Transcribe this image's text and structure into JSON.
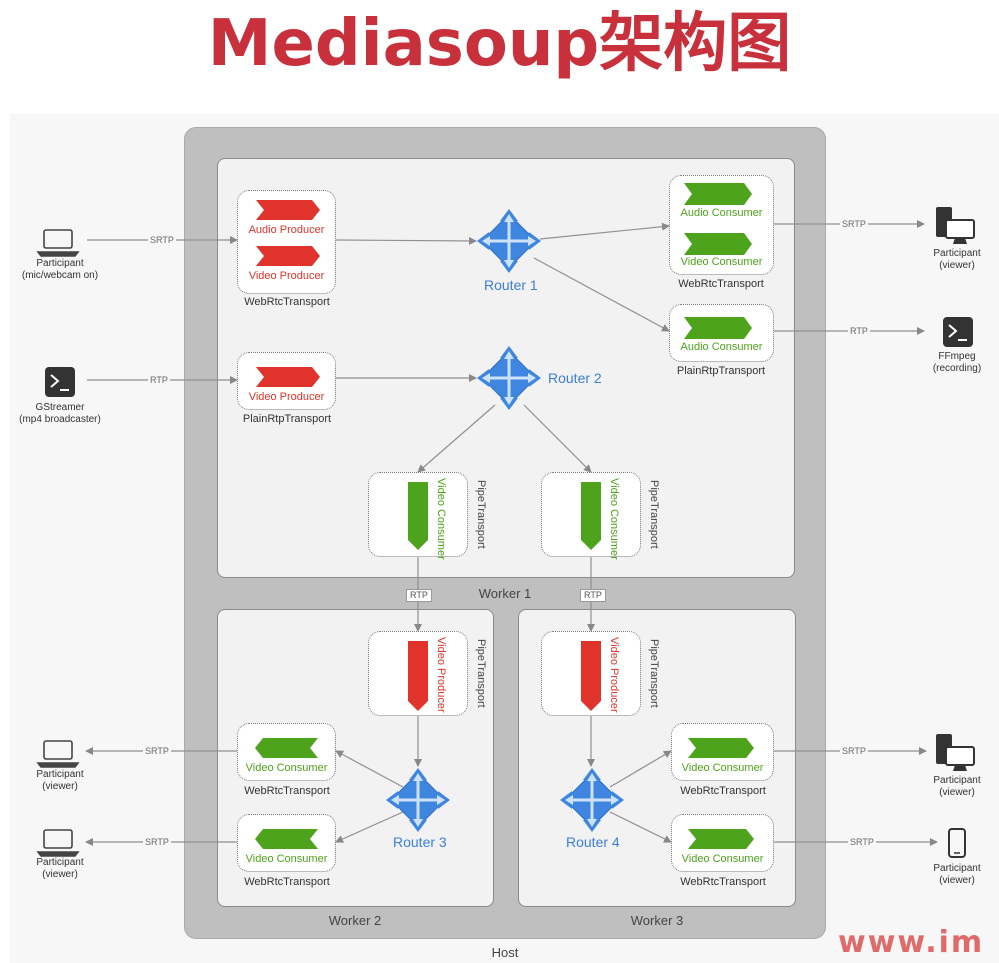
{
  "title": "Mediasoup架构图",
  "host_label": "Host",
  "workers": {
    "w1": "Worker 1",
    "w2": "Worker 2",
    "w3": "Worker 3"
  },
  "routers": {
    "r1": "Router 1",
    "r2": "Router 2",
    "r3": "Router 3",
    "r4": "Router 4"
  },
  "producers": {
    "audio": "Audio Producer",
    "video": "Video Producer"
  },
  "consumers": {
    "audio": "Audio Consumer",
    "video": "Video Consumer"
  },
  "transports": {
    "webrtc": "WebRtcTransport",
    "plainrtp": "PlainRtpTransport",
    "pipe": "PipeTransport"
  },
  "protocols": {
    "srtp": "SRTP",
    "rtp": "RTP"
  },
  "external": {
    "participant_mic": [
      "Participant",
      "(mic/webcam on)"
    ],
    "gstreamer": [
      "GStreamer",
      "(mp4 broadcaster)"
    ],
    "participant_viewer": [
      "Participant",
      "(viewer)"
    ],
    "ffmpeg": [
      "FFmpeg",
      "(recording)"
    ]
  },
  "watermark": "www.im",
  "colors": {
    "title": "#c8303b",
    "producer": "#e0332b",
    "consumer": "#4ea31c",
    "router": "#3a7fd9"
  },
  "icons": [
    "laptop-icon",
    "terminal-icon",
    "desktop-icon",
    "smartphone-icon"
  ]
}
